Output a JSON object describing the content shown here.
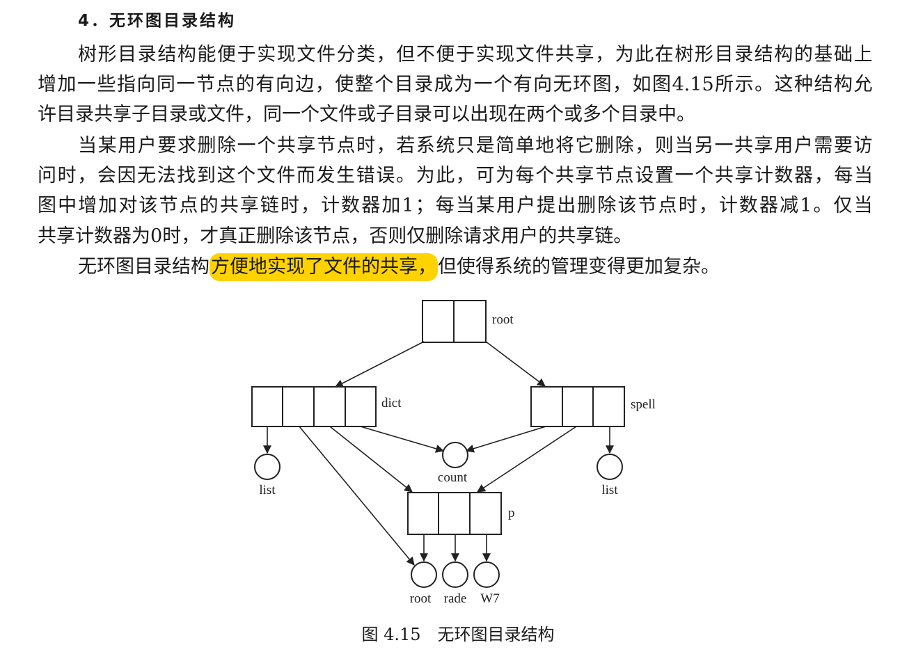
{
  "heading": "4．无环图目录结构",
  "paragraphs": {
    "p1": {
      "l1": "树形目录结构能便于实现文件分类，但不便于实现文件共享，为此在树形目录结构的基础上",
      "l2": "增加一些指向同一节点的有向边，使整个目录成为一个有向无环图，如图 4.15 所示。这种结构允",
      "l3": "许目录共享子目录或文件，同一个文件或子目录可以出现在两个或多个目录中。"
    },
    "p2": {
      "l1": "当某用户要求删除一个共享节点时，若系统只是简单地将它删除，则当另一共享用户需要访",
      "l2": "问时，会因无法找到这个文件而发生错误。为此，可为每个共享节点设置一个共享计数器，每当",
      "l3": "图中增加对该节点的共享链时，计数器加 1；每当某用户提出删除该节点时，计数器减 1。仅当",
      "l4": "共享计数器为 0 时，才真正删除该节点，否则仅删除请求用户的共享链。"
    },
    "p3": {
      "before": "无环图目录结构",
      "highlight": "方便地实现了文件的共享，",
      "after": "但使得系统的管理变得更加复杂。"
    }
  },
  "highlight_color": "#ffd200",
  "figure": {
    "labels": {
      "root": "root",
      "dict": "dict",
      "spell": "spell",
      "list_left": "list",
      "count": "count",
      "list_right": "list",
      "p": "p",
      "leaf_root": "root",
      "leaf_rade": "rade",
      "leaf_w7": "W7"
    },
    "caption": "图 4.15　无环图目录结构"
  }
}
